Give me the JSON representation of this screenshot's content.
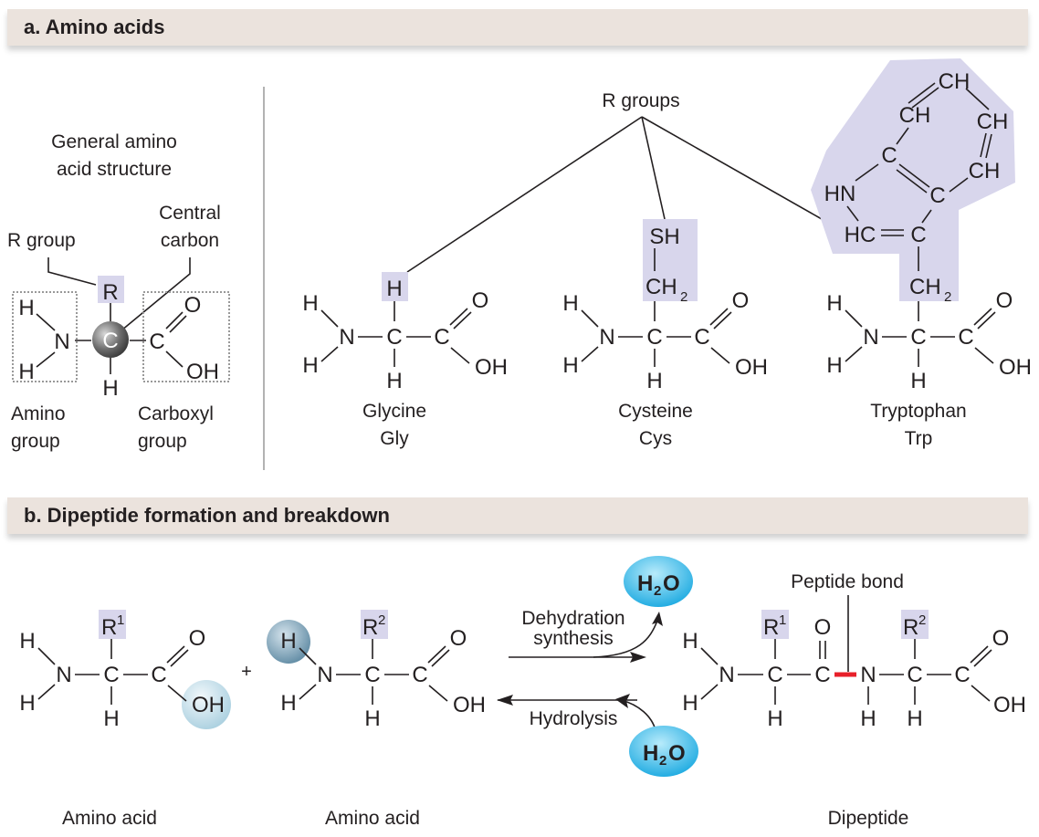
{
  "panel_a": {
    "title": "a. Amino acids",
    "general": {
      "title_line1": "General amino",
      "title_line2": "acid structure",
      "r_group_label": "R group",
      "central_carbon_line1": "Central",
      "central_carbon_line2": "carbon",
      "amino_group_line1": "Amino",
      "amino_group_line2": "group",
      "carboxyl_group_line1": "Carboxyl",
      "carboxyl_group_line2": "group",
      "atoms": {
        "R": "R",
        "C": "C",
        "N": "N",
        "H": "H",
        "O": "O",
        "OH": "OH"
      }
    },
    "r_groups_label": "R groups",
    "amino_acids": [
      {
        "name": "Glycine",
        "abbr": "Gly",
        "r_group": "H"
      },
      {
        "name": "Cysteine",
        "abbr": "Cys",
        "r_group": "SH–CH2"
      },
      {
        "name": "Tryptophan",
        "abbr": "Trp",
        "r_group": "indole–CH2"
      }
    ],
    "atoms": {
      "H": "H",
      "N": "N",
      "C": "C",
      "O": "O",
      "OH": "OH",
      "SH": "SH",
      "CH": "CH",
      "HN": "HN",
      "HC": "HC",
      "sub2": "2"
    }
  },
  "panel_b": {
    "title": "b. Dipeptide formation and breakdown",
    "plus": "+",
    "water": {
      "H": "H",
      "sub": "2",
      "O": "O"
    },
    "dehydration_line1": "Dehydration",
    "dehydration_line2": "synthesis",
    "hydrolysis": "Hydrolysis",
    "peptide_bond": "Peptide bond",
    "r1": "R",
    "r1_sup": "1",
    "r2": "R",
    "r2_sup": "2",
    "bottom_labels": {
      "amino_acid_1": "Amino acid",
      "amino_acid_2": "Amino acid",
      "dipeptide": "Dipeptide"
    },
    "colors": {
      "peptide_bond": "#e8202a",
      "water": "#29b6e8",
      "r_highlight": "#d8d6ec"
    }
  }
}
